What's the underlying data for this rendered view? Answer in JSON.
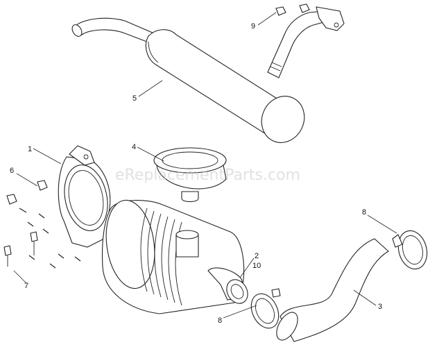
{
  "watermark": "eReplacementParts.com",
  "callouts": {
    "c1": "1",
    "c2": "2",
    "c10": "10",
    "c3": "3",
    "c4": "4",
    "c5": "5",
    "c6": "6",
    "c7": "7",
    "c8a": "8",
    "c8b": "8",
    "c9": "9"
  }
}
